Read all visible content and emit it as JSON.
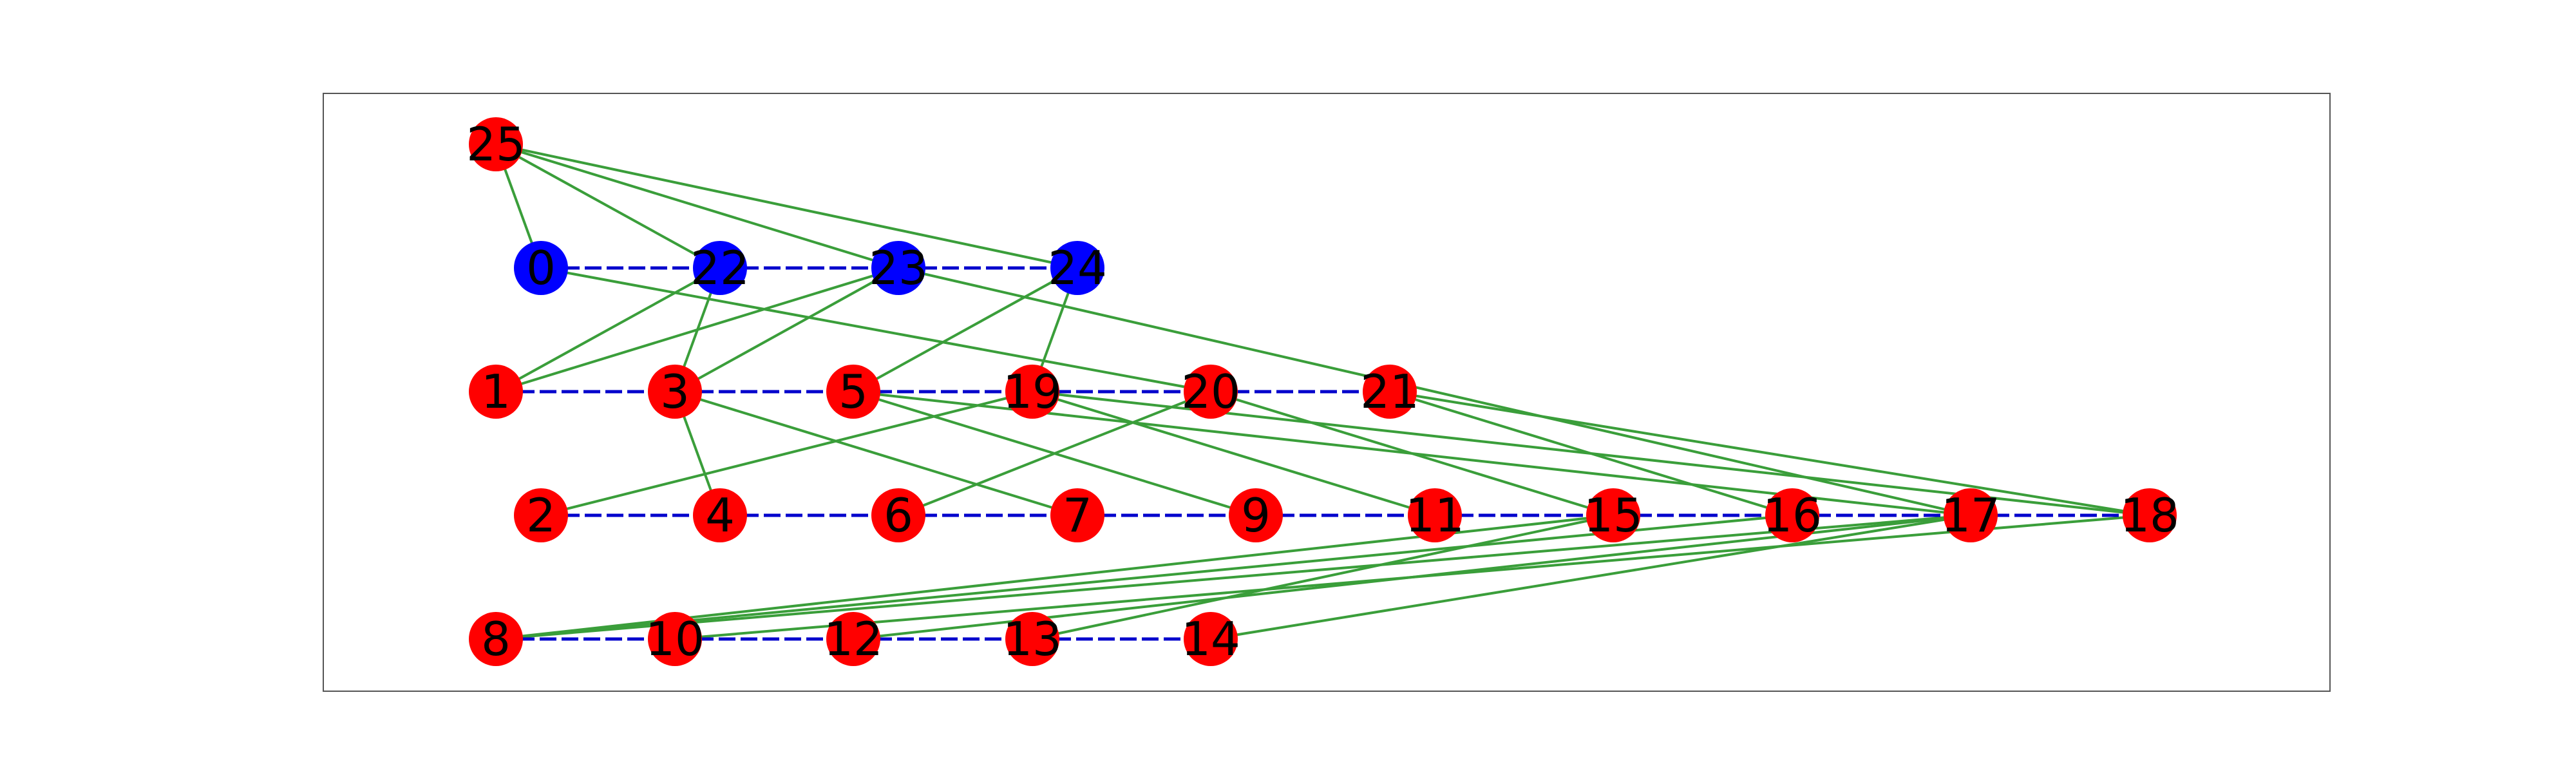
{
  "colors": {
    "node_primary": "#0000ff",
    "node_secondary": "#ff0000",
    "chain_edge": "#0000cc",
    "cross_edge": "#3a9e3a",
    "frame": "#555555",
    "label": "#000000"
  },
  "nodes": [
    {
      "id": "0",
      "label": "0",
      "group": "primary"
    },
    {
      "id": "1",
      "label": "1",
      "group": "secondary"
    },
    {
      "id": "2",
      "label": "2",
      "group": "secondary"
    },
    {
      "id": "3",
      "label": "3",
      "group": "secondary"
    },
    {
      "id": "4",
      "label": "4",
      "group": "secondary"
    },
    {
      "id": "5",
      "label": "5",
      "group": "secondary"
    },
    {
      "id": "6",
      "label": "6",
      "group": "secondary"
    },
    {
      "id": "7",
      "label": "7",
      "group": "secondary"
    },
    {
      "id": "8",
      "label": "8",
      "group": "secondary"
    },
    {
      "id": "9",
      "label": "9",
      "group": "secondary"
    },
    {
      "id": "10",
      "label": "10",
      "group": "secondary"
    },
    {
      "id": "11",
      "label": "11",
      "group": "secondary"
    },
    {
      "id": "12",
      "label": "12",
      "group": "secondary"
    },
    {
      "id": "13",
      "label": "13",
      "group": "secondary"
    },
    {
      "id": "14",
      "label": "14",
      "group": "secondary"
    },
    {
      "id": "15",
      "label": "15",
      "group": "secondary"
    },
    {
      "id": "16",
      "label": "16",
      "group": "secondary"
    },
    {
      "id": "17",
      "label": "17",
      "group": "secondary"
    },
    {
      "id": "18",
      "label": "18",
      "group": "secondary"
    },
    {
      "id": "19",
      "label": "19",
      "group": "secondary"
    },
    {
      "id": "20",
      "label": "20",
      "group": "secondary"
    },
    {
      "id": "21",
      "label": "21",
      "group": "secondary"
    },
    {
      "id": "22",
      "label": "22",
      "group": "primary"
    },
    {
      "id": "23",
      "label": "23",
      "group": "primary"
    },
    {
      "id": "24",
      "label": "24",
      "group": "primary"
    },
    {
      "id": "25",
      "label": "25",
      "group": "secondary"
    }
  ],
  "rows": [
    [
      "25"
    ],
    [
      "0",
      "22",
      "23",
      "24"
    ],
    [
      "1",
      "3",
      "5",
      "19",
      "20",
      "21"
    ],
    [
      "2",
      "4",
      "6",
      "7",
      "9",
      "11",
      "15",
      "16",
      "17",
      "18"
    ],
    [
      "8",
      "10",
      "12",
      "13",
      "14"
    ]
  ],
  "chain_edges": [
    [
      "0",
      "22"
    ],
    [
      "22",
      "23"
    ],
    [
      "23",
      "24"
    ],
    [
      "1",
      "3"
    ],
    [
      "3",
      "5"
    ],
    [
      "5",
      "19"
    ],
    [
      "19",
      "20"
    ],
    [
      "20",
      "21"
    ],
    [
      "2",
      "4"
    ],
    [
      "4",
      "6"
    ],
    [
      "6",
      "7"
    ],
    [
      "7",
      "9"
    ],
    [
      "9",
      "11"
    ],
    [
      "11",
      "15"
    ],
    [
      "15",
      "16"
    ],
    [
      "16",
      "17"
    ],
    [
      "17",
      "18"
    ],
    [
      "8",
      "10"
    ],
    [
      "10",
      "12"
    ],
    [
      "12",
      "13"
    ],
    [
      "13",
      "14"
    ]
  ],
  "cross_edges": [
    [
      "25",
      "0"
    ],
    [
      "25",
      "22"
    ],
    [
      "25",
      "23"
    ],
    [
      "25",
      "24"
    ],
    [
      "22",
      "1"
    ],
    [
      "22",
      "3"
    ],
    [
      "23",
      "1"
    ],
    [
      "23",
      "3"
    ],
    [
      "23",
      "17"
    ],
    [
      "24",
      "5"
    ],
    [
      "24",
      "19"
    ],
    [
      "0",
      "20"
    ],
    [
      "3",
      "4"
    ],
    [
      "3",
      "7"
    ],
    [
      "5",
      "9"
    ],
    [
      "5",
      "17"
    ],
    [
      "19",
      "2"
    ],
    [
      "19",
      "11"
    ],
    [
      "19",
      "18"
    ],
    [
      "20",
      "6"
    ],
    [
      "20",
      "15"
    ],
    [
      "21",
      "16"
    ],
    [
      "21",
      "18"
    ],
    [
      "8",
      "15"
    ],
    [
      "8",
      "16"
    ],
    [
      "8",
      "17"
    ],
    [
      "10",
      "18"
    ],
    [
      "12",
      "17"
    ],
    [
      "13",
      "15"
    ],
    [
      "14",
      "17"
    ]
  ]
}
